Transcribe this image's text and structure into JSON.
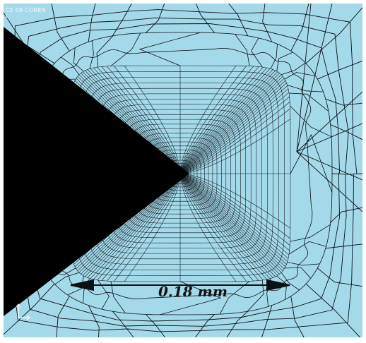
{
  "viewport_label": {
    "line1": "CE 08 CONEN",
    "line2": "I"
  },
  "dimension": {
    "text": "0.18 mm"
  },
  "colors": {
    "background": "#a4d9ea",
    "mesh_line": "#0b1015",
    "solid_region": "#000000",
    "frame": "#ffffff"
  },
  "icons": {
    "axis_triad": "xy-axis-triad-icon"
  }
}
